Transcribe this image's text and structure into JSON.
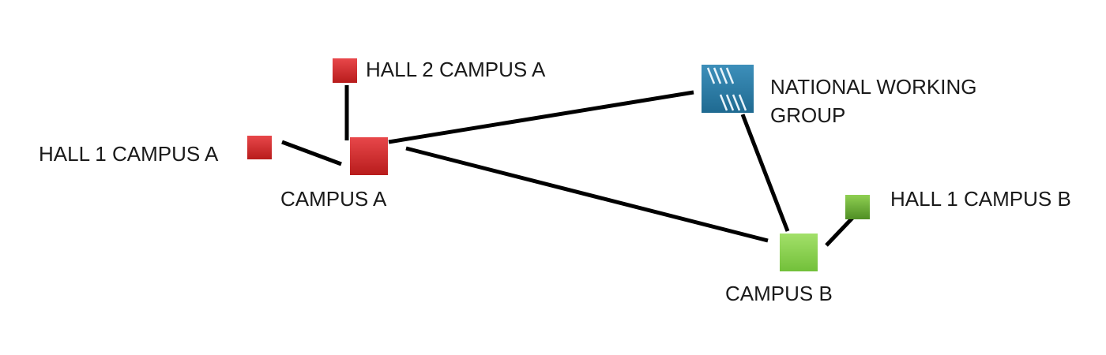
{
  "diagram": {
    "nodes": {
      "campus_a": {
        "label": "CAMPUS A",
        "color": "#d42a2a",
        "icon": "red-square-icon"
      },
      "hall1_campus_a": {
        "label": "HALL 1 CAMPUS A",
        "color": "#d42a2a",
        "icon": "red-square-icon"
      },
      "hall2_campus_a": {
        "label": "HALL 2 CAMPUS A",
        "color": "#d42a2a",
        "icon": "red-square-icon"
      },
      "national_working_group": {
        "label_line1": "NATIONAL WORKING",
        "label_line2": "GROUP",
        "color": "#2a7fa6",
        "icon": "striped-blue-square-icon"
      },
      "campus_b": {
        "label": "CAMPUS B",
        "color": "#8ed64a",
        "icon": "green-square-icon"
      },
      "hall1_campus_b": {
        "label": "HALL 1 CAMPUS B",
        "color": "#6fb83a",
        "icon": "green-square-icon"
      }
    },
    "links": [
      {
        "from": "hall1_campus_a",
        "to": "campus_a"
      },
      {
        "from": "hall2_campus_a",
        "to": "campus_a"
      },
      {
        "from": "campus_a",
        "to": "national_working_group"
      },
      {
        "from": "campus_a",
        "to": "campus_b"
      },
      {
        "from": "national_working_group",
        "to": "campus_b"
      },
      {
        "from": "campus_b",
        "to": "hall1_campus_b"
      }
    ]
  }
}
